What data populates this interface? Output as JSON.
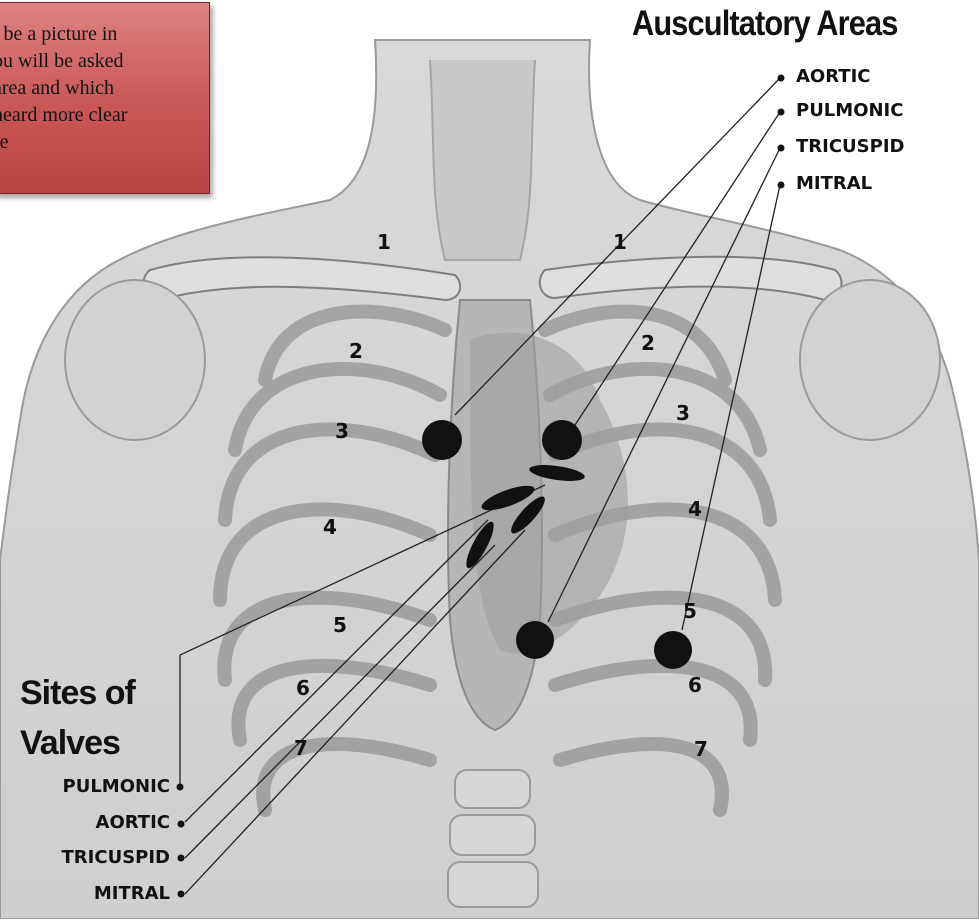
{
  "note": {
    "lines": [
      "l be a picture in",
      "ou will be asked",
      "area and which",
      "heard more clear",
      "re"
    ]
  },
  "title": "Auscultatory Areas",
  "auscultatory_areas": [
    "AORTIC",
    "PULMONIC",
    "TRICUSPID",
    "MITRAL"
  ],
  "sites_title_line1": "Sites of",
  "sites_title_line2": "Valves",
  "valve_sites": [
    "PULMONIC",
    "AORTIC",
    "TRICUSPID",
    "MITRAL"
  ],
  "rib_numbers": {
    "left": [
      "1",
      "2",
      "3",
      "4",
      "5",
      "6",
      "7"
    ],
    "right": [
      "1",
      "2",
      "3",
      "4",
      "5",
      "6",
      "7"
    ]
  }
}
